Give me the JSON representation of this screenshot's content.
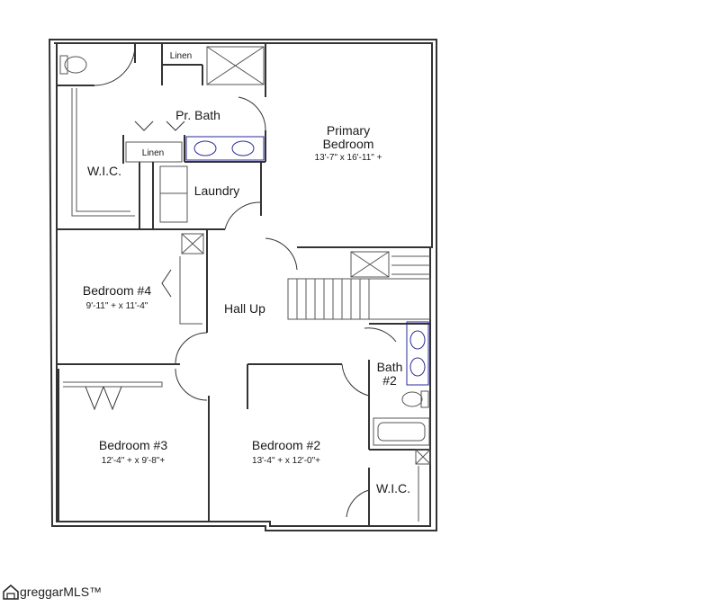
{
  "rooms": {
    "primary_bedroom": {
      "name_line1": "Primary",
      "name_line2": "Bedroom",
      "dims": "13'-7\" x 16'-11\" +"
    },
    "pr_bath": {
      "name": "Pr. Bath"
    },
    "linen_top": {
      "name": "Linen"
    },
    "linen_mid": {
      "name": "Linen"
    },
    "wic_left": {
      "name": "W.I.C."
    },
    "laundry": {
      "name": "Laundry"
    },
    "bedroom4": {
      "name": "Bedroom #4",
      "dims": "9'-11\" + x 11'-4\""
    },
    "hall_up": {
      "name": "Hall Up"
    },
    "bath2": {
      "name_line1": "Bath",
      "name_line2": "#2"
    },
    "bedroom3": {
      "name": "Bedroom #3",
      "dims": "12'-4\" + x 9'-8\"+"
    },
    "bedroom2": {
      "name": "Bedroom #2",
      "dims": "13'-4\" + x 12'-0\"+"
    },
    "wic_right": {
      "name": "W.I.C."
    }
  },
  "watermark": {
    "text": "greggarMLS™",
    "icon": "house-logo"
  },
  "colors": {
    "wall": "#333333",
    "fixture": "#2a2a9a"
  }
}
